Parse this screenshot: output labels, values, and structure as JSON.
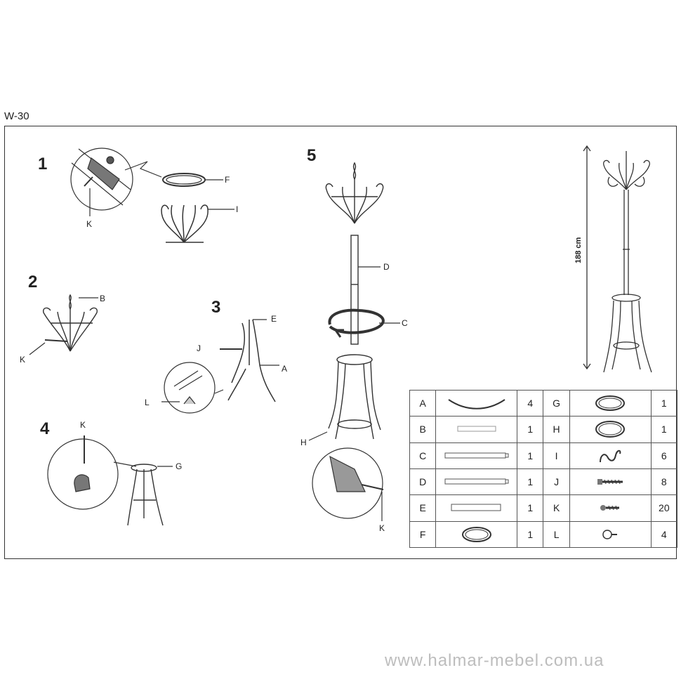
{
  "model": "W-30",
  "steps": [
    {
      "number": "1",
      "labels": [
        "K",
        "F",
        "I"
      ]
    },
    {
      "number": "2",
      "labels": [
        "B",
        "K"
      ]
    },
    {
      "number": "3",
      "labels": [
        "E",
        "J",
        "A",
        "L"
      ]
    },
    {
      "number": "4",
      "labels": [
        "K",
        "G"
      ]
    },
    {
      "number": "5",
      "labels": [
        "D",
        "C",
        "H",
        "K"
      ]
    }
  ],
  "dimension": "188 cm",
  "parts": [
    {
      "code": "A",
      "icon": "curved-leg-icon",
      "qty": "4"
    },
    {
      "code": "B",
      "icon": "short-rod-icon",
      "qty": "1"
    },
    {
      "code": "C",
      "icon": "long-rod-icon",
      "qty": "1"
    },
    {
      "code": "D",
      "icon": "long-rod-icon",
      "qty": "1"
    },
    {
      "code": "E",
      "icon": "short-rod-icon",
      "qty": "1"
    },
    {
      "code": "F",
      "icon": "ring-icon",
      "qty": "1"
    },
    {
      "code": "G",
      "icon": "ring-icon",
      "qty": "1"
    },
    {
      "code": "H",
      "icon": "ring-icon",
      "qty": "1"
    },
    {
      "code": "I",
      "icon": "hook-icon",
      "qty": "6"
    },
    {
      "code": "J",
      "icon": "long-screw-icon",
      "qty": "8"
    },
    {
      "code": "K",
      "icon": "short-screw-icon",
      "qty": "20"
    },
    {
      "code": "L",
      "icon": "foot-cap-icon",
      "qty": "4"
    }
  ],
  "watermark": "www.halmar-mebel.com.ua"
}
